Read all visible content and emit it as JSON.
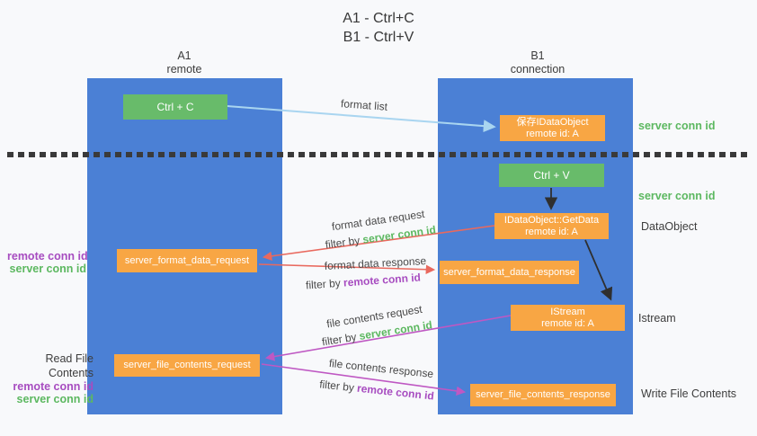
{
  "title": {
    "line1": "A1 - Ctrl+C",
    "line2": "B1 - Ctrl+V"
  },
  "lanes": {
    "left": {
      "name": "A1",
      "role": "remote"
    },
    "right": {
      "name": "B1",
      "role": "connection"
    }
  },
  "nodes": {
    "ctrl_c": {
      "label": "Ctrl + C"
    },
    "save_dataobject": {
      "line1": "保存IDataObject",
      "line2": "remote id: A"
    },
    "ctrl_v": {
      "label": "Ctrl + V"
    },
    "getdata": {
      "line1": "IDataObject::GetData",
      "line2": "remote id: A"
    },
    "format_request": {
      "label": "server_format_data_request"
    },
    "format_response": {
      "label": "server_format_data_response"
    },
    "istream": {
      "line1": "IStream",
      "line2": "remote id: A"
    },
    "file_request": {
      "label": "server_file_contents_request"
    },
    "file_response": {
      "label": "server_file_contents_response"
    }
  },
  "edge_labels": {
    "format_list": "format list",
    "format_data_request": {
      "line1": "format data request",
      "filter_prefix": "filter by ",
      "filter_key": "server conn id"
    },
    "format_data_response": {
      "line1": "format data response",
      "filter_prefix": "filter by ",
      "filter_key": "remote conn id"
    },
    "file_contents_request": {
      "line1": "file contents request",
      "filter_prefix": "filter by ",
      "filter_key": "server conn id"
    },
    "file_contents_response": {
      "line1": "file contents response",
      "filter_prefix": "filter by ",
      "filter_key": "remote conn id"
    }
  },
  "annotations": {
    "right_server_conn_id_top": "server conn id",
    "right_server_conn_id_mid": "server conn id",
    "dataobject": "DataObject",
    "istream": "Istream",
    "write_file_contents": "Write File Contents",
    "mid_remote_conn_id": "remote conn id",
    "mid_server_conn_id": "server conn id",
    "read_file_contents": "Read File Contents",
    "bot_remote_conn_id": "remote conn id",
    "bot_server_conn_id": "server conn id"
  },
  "colors": {
    "lane_blue": "#4b80d5",
    "box_green": "#68bb6a",
    "box_orange": "#f8a644",
    "arrow_light_blue": "#a9d5f0",
    "arrow_red": "#e9695e",
    "arrow_magenta": "#bf58c3",
    "arrow_black": "#2f2f2f",
    "label_green": "#5cb860",
    "label_purple": "#a74cc0",
    "separator_dark": "#3a3a3a"
  }
}
